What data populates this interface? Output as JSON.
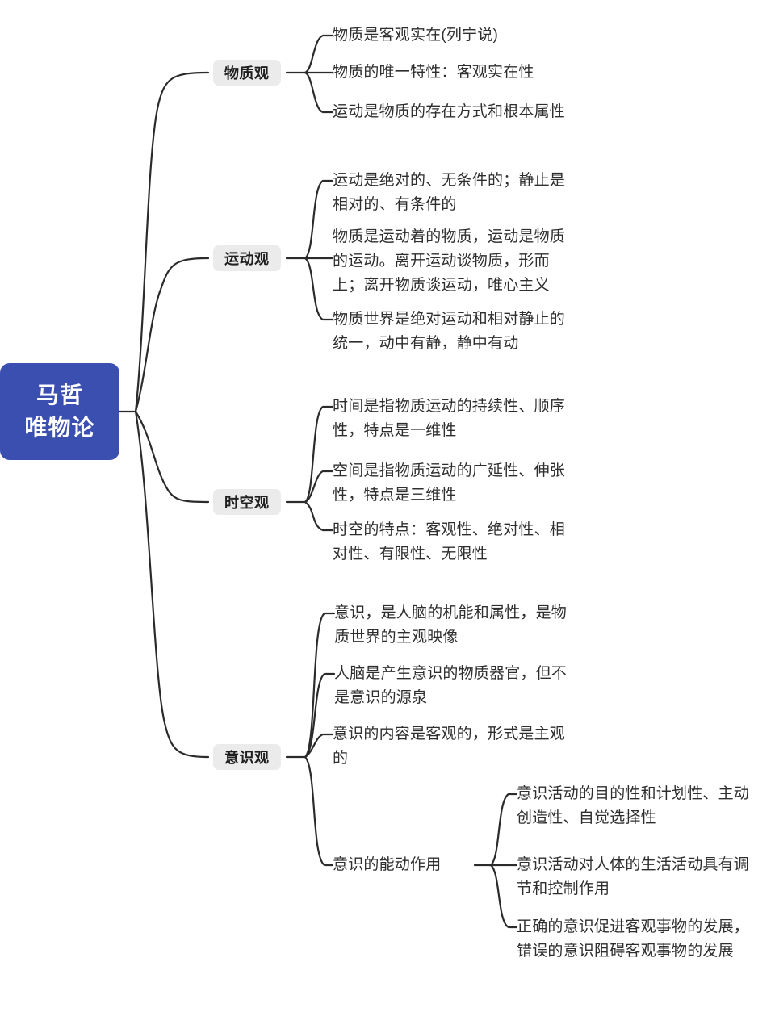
{
  "colors": {
    "root_bg": "#3b4fb0",
    "root_text": "#ffffff",
    "chip_bg": "#ebebeb",
    "chip_text": "#1f1f1f",
    "leaf_text": "#2e2e2e",
    "connector": "#2b2b2b",
    "canvas_bg": "#ffffff"
  },
  "root": {
    "line1": "马哲",
    "line2": "唯物论",
    "full_label": "马哲唯物论"
  },
  "branches": [
    {
      "id": "wuzhiguan",
      "label": "物质观",
      "leaves": [
        {
          "id": "wz-1",
          "text": "物质是客观实在(列宁说)"
        },
        {
          "id": "wz-2",
          "text": "物质的唯一特性：客观实在性"
        },
        {
          "id": "wz-3",
          "text": "运动是物质的存在方式和根本属性"
        }
      ]
    },
    {
      "id": "yundongguan",
      "label": "运动观",
      "leaves": [
        {
          "id": "yd-1",
          "text": "运动是绝对的、无条件的；静止是\n相对的、有条件的"
        },
        {
          "id": "yd-2",
          "text": "物质是运动着的物质，运动是物质\n的运动。离开运动谈物质，形而\n上；离开物质谈运动，唯心主义"
        },
        {
          "id": "yd-3",
          "text": "物质世界是绝对运动和相对静止的\n统一，动中有静，静中有动"
        }
      ]
    },
    {
      "id": "shikongguan",
      "label": "时空观",
      "leaves": [
        {
          "id": "sk-1",
          "text": "时间是指物质运动的持续性、顺序\n性，特点是一维性"
        },
        {
          "id": "sk-2",
          "text": "空间是指物质运动的广延性、伸张\n性，特点是三维性"
        },
        {
          "id": "sk-3",
          "text": "时空的特点：客观性、绝对性、相\n对性、有限性、无限性"
        }
      ]
    },
    {
      "id": "yishiguan",
      "label": "意识观",
      "leaves": [
        {
          "id": "ys-1",
          "text": "意识，是人脑的机能和属性，是物\n质世界的主观映像"
        },
        {
          "id": "ys-2",
          "text": "人脑是产生意识的物质器官，但不\n是意识的源泉"
        },
        {
          "id": "ys-3",
          "text": "意识的内容是客观的，形式是主观\n的"
        },
        {
          "id": "ys-4",
          "text": "意识的能动作用"
        }
      ],
      "sub_branch": {
        "id": "nengdong",
        "label": "意识的能动作用",
        "leaves": [
          {
            "id": "nd-1",
            "text": "意识活动的目的性和计划性、主动\n创造性、自觉选择性"
          },
          {
            "id": "nd-2",
            "text": "意识活动对人体的生活活动具有调\n节和控制作用"
          },
          {
            "id": "nd-3",
            "text": "正确的意识促进客观事物的发展，\n错误的意识阻碍客观事物的发展"
          }
        ]
      }
    }
  ]
}
